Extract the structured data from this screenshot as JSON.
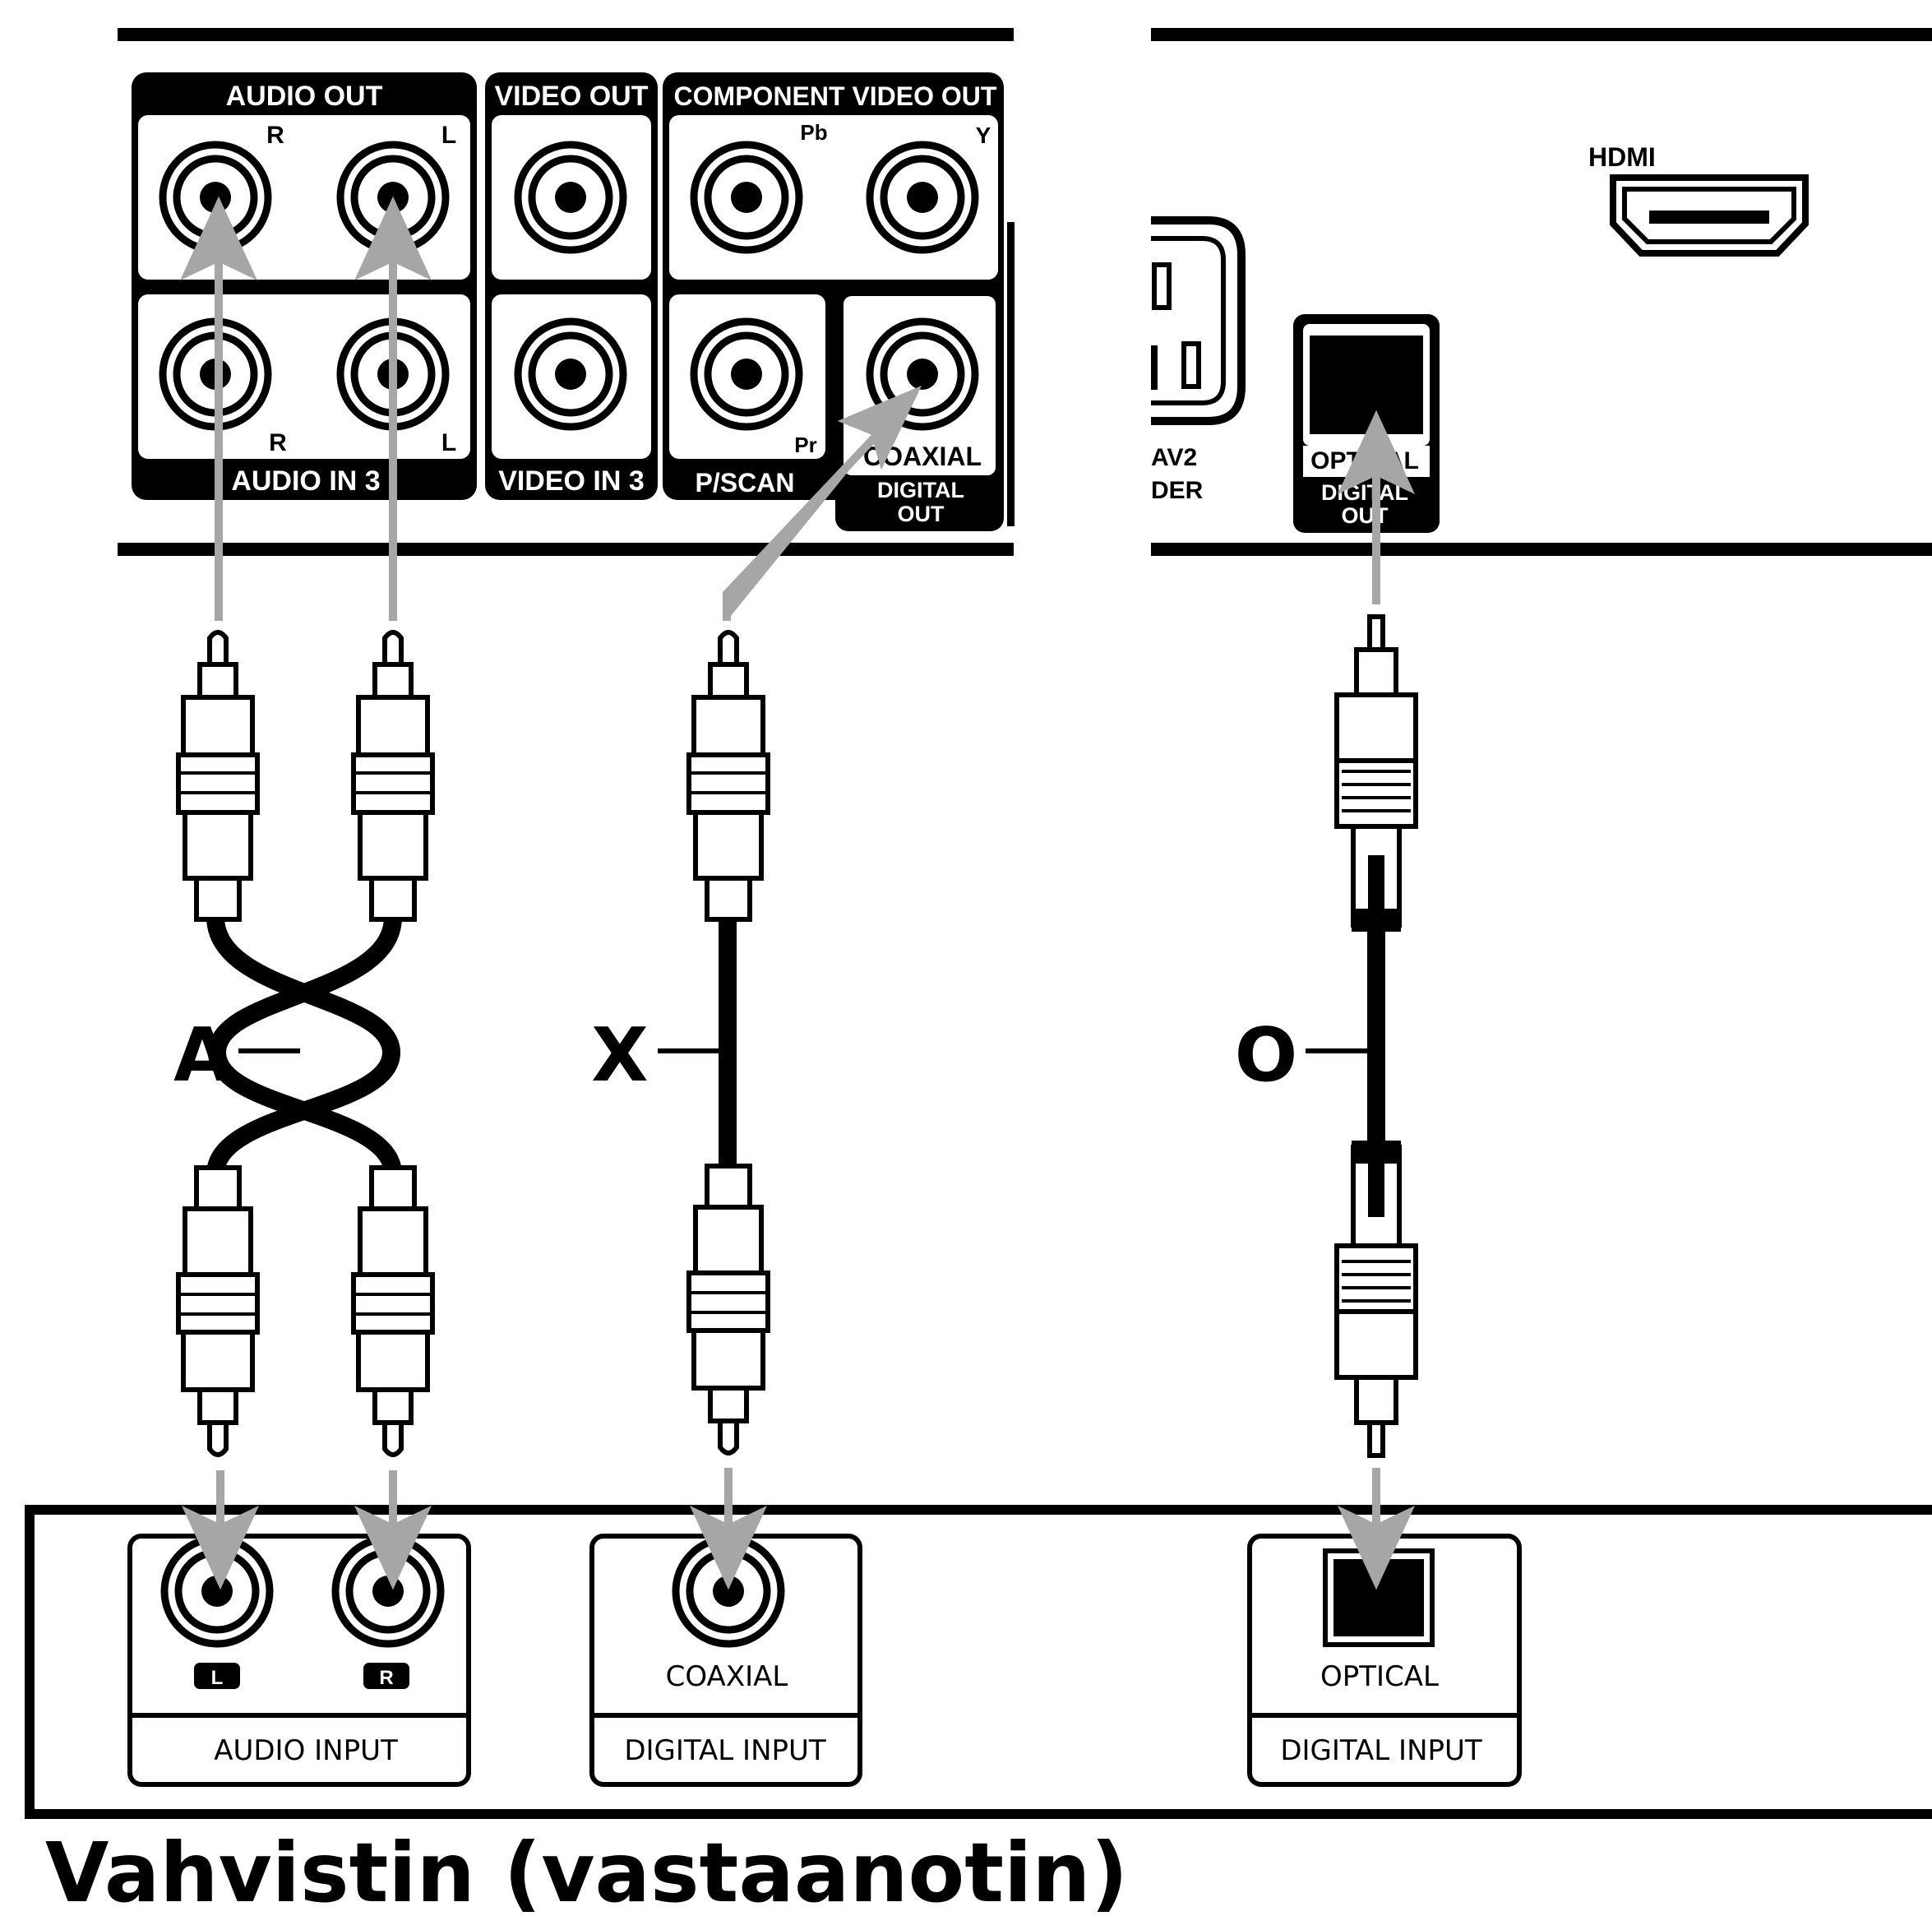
{
  "player": {
    "audio_out": "AUDIO OUT",
    "video_out": "VIDEO OUT",
    "component_video_out": "COMPONENT VIDEO OUT",
    "r": "R",
    "l": "L",
    "pb": "Pb",
    "y": "Y",
    "pr": "Pr",
    "audio_in_3": "AUDIO IN 3",
    "video_in_3": "VIDEO IN 3",
    "p_scan": "P/SCAN",
    "coaxial": "COAXIAL",
    "digital": "DIGITAL",
    "out": "OUT",
    "hdmi": "HDMI",
    "av2": "AV2",
    "der": "DER",
    "optical": "OPTICAL"
  },
  "cables": {
    "a": "A",
    "x": "X",
    "o": "O"
  },
  "amplifier": {
    "l": "L",
    "r": "R",
    "audio_input": "AUDIO INPUT",
    "coaxial": "COAXIAL",
    "digital_input_coax": "DIGITAL INPUT",
    "optical": "OPTICAL",
    "digital_input_opt": "DIGITAL INPUT",
    "title": "Vahvistin (vastaanotin)"
  }
}
